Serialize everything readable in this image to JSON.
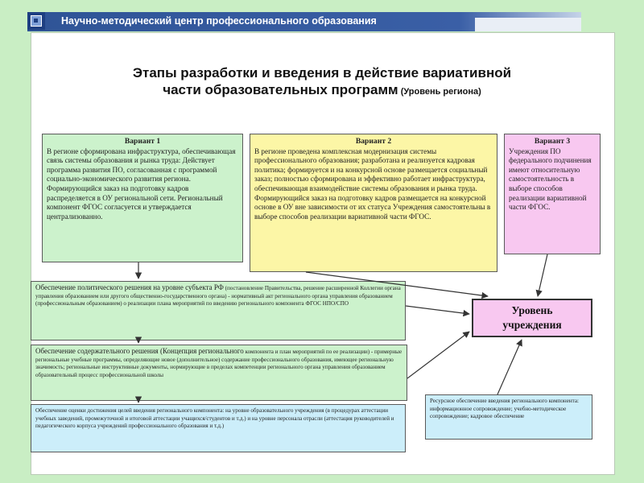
{
  "header": {
    "title": "Научно-методический центр профессионального образования",
    "logo_icon": "square-logo-icon"
  },
  "title": {
    "line1": "Этапы разработки и введения в действие вариативной",
    "line2": "части образовательных программ",
    "suffix": " (Уровень региона)"
  },
  "variants": [
    {
      "title": "Вариант 1",
      "text": "В регионе сформирована инфраструктура, обеспечивающая связь системы образования и рынка труда: Действует программа развития ПО, согласованная с программой социально-экономического развития региона. Формирующийся заказ на подготовку кадров распределяется в ОУ региональной сети. Региональный компонент ФГОС согласуется и утверждается централизованно.",
      "color": "#ccf2cc"
    },
    {
      "title": "Вариант 2",
      "text": "В регионе проведена комплексная модернизация системы профессионального образования; разработана и реализуется кадровая политика; формируется и на конкурсной основе размещается социальный заказ; полностью сформирована и эффективно работает инфраструктура, обеспечивающая взаимодействие системы образования и рынка труда. Формирующийся заказ на подготовку кадров размещается на конкурсной основе в ОУ вне зависимости от их статуса Учреждения самостоятельны в выборе способов реализации вариативной части ФГОС.",
      "color": "#fcf6a6"
    },
    {
      "title": "Вариант 3",
      "text": "Учреждения ПО федерального подчинения имеют относительную самостоятельность в выборе способов реализации вариативной части ФГОС.",
      "color": "#f8c8f0"
    }
  ],
  "steps": [
    {
      "lead": "Обеспечение политического решения на уровне субъекта РФ",
      "rest": " (постановление Правительства, решение расширенной Коллегии органа управления образованием или другого общественно-государственного органа) - нормативный акт регионального органа управления образованием (профессиональным образованием) о реализации плана мероприятий по введению регионального компонента ФГОС НПО/СПО"
    },
    {
      "lead": "Обеспечение содержательного решения (Концепция регионального",
      "rest": " компонента и план мероприятий по ее реализации) - примерные региональные учебные программы, определяющие новое (дополнительное) содержание профессионального образования, имеющее региональную значимость; региональные инструктивные документы, нормирующие в пределах компетенции регионального органа управления образованием образовательный процесс     профессиональной школы"
    },
    {
      "lead": "",
      "rest": "Обеспечение оценки достижения целей введения регионального компонента: на уровне образовательного учреждения (в процедурах аттестации учебных заведений, промежуточной и итоговой аттестации учащихся/студентов и т.д.) и на уровне персонала отрасли (аттестация руководителей и педагогического корпуса учреждений профессионального образования и т.д.)"
    }
  ],
  "resource_box": {
    "text": "Ресурсное обеспечение введения регионального компонента: информационное сопровождение; учебно-методическое сопровождение; кадровое обеспечение"
  },
  "level_box": {
    "line1": "Уровень",
    "line2": "учреждения"
  },
  "colors": {
    "background": "#c9eec4",
    "header": "#2f5496",
    "green": "#ccf2cc",
    "yellow": "#fcf6a6",
    "pink": "#f8c8f0",
    "cyan": "#cceefa"
  }
}
